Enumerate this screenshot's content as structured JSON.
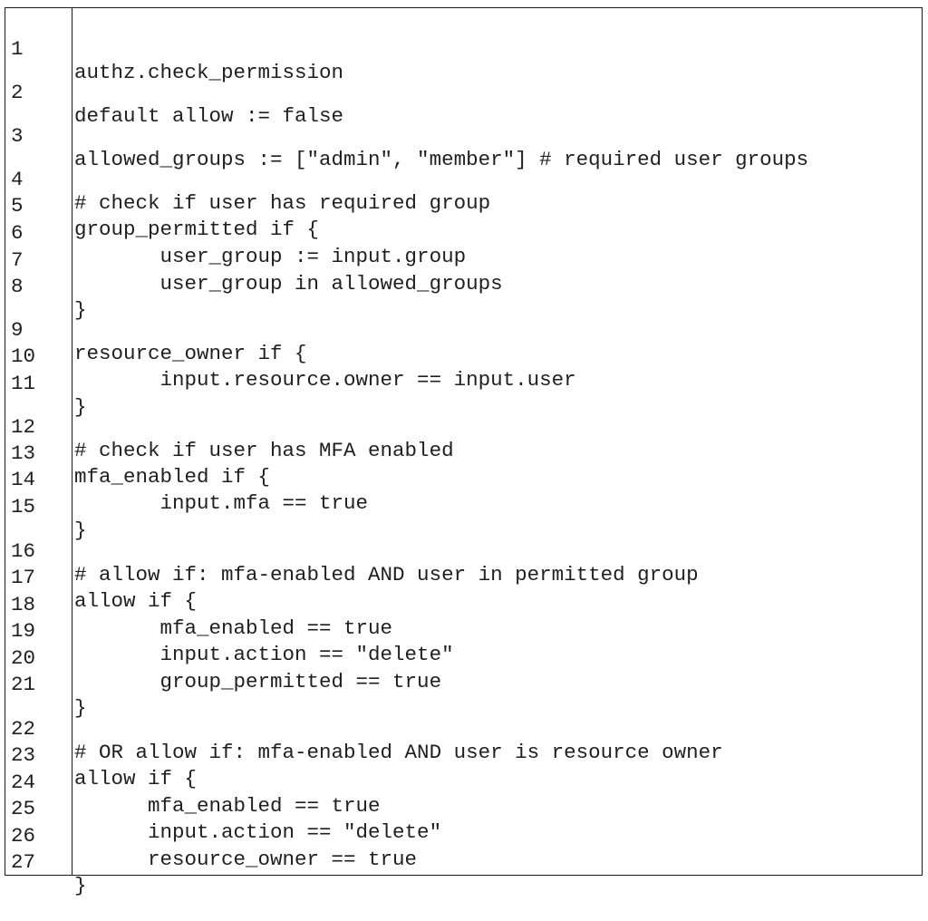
{
  "lines": [
    {
      "num": "1",
      "code": "authz.check_permission"
    },
    {
      "num": "2",
      "code": "default allow := false"
    },
    {
      "num": "3",
      "code": "allowed_groups := [\"admin\", \"member\"] # required user groups"
    },
    {
      "num": "4",
      "code": "# check if user has required group"
    },
    {
      "num": "5",
      "code": "group_permitted if {"
    },
    {
      "num": "6",
      "code": "       user_group := input.group"
    },
    {
      "num": "7",
      "code": "       user_group in allowed_groups"
    },
    {
      "num": "8",
      "code": "}"
    },
    {
      "num": "9",
      "code": "resource_owner if {"
    },
    {
      "num": "10",
      "code": "       input.resource.owner == input.user"
    },
    {
      "num": "11",
      "code": "}"
    },
    {
      "num": "12",
      "code": "# check if user has MFA enabled"
    },
    {
      "num": "13",
      "code": "mfa_enabled if {"
    },
    {
      "num": "14",
      "code": "       input.mfa == true"
    },
    {
      "num": "15",
      "code": "}"
    },
    {
      "num": "16",
      "code": "# allow if: mfa-enabled AND user in permitted group"
    },
    {
      "num": "17",
      "code": "allow if {"
    },
    {
      "num": "18",
      "code": "       mfa_enabled == true"
    },
    {
      "num": "19",
      "code": "       input.action == \"delete\""
    },
    {
      "num": "20",
      "code": "       group_permitted == true"
    },
    {
      "num": "21",
      "code": "}"
    },
    {
      "num": "22",
      "code": "# OR allow if: mfa-enabled AND user is resource owner"
    },
    {
      "num": "23",
      "code": "allow if {"
    },
    {
      "num": "24",
      "code": "      mfa_enabled == true"
    },
    {
      "num": "25",
      "code": "      input.action == \"delete\""
    },
    {
      "num": "26",
      "code": "      resource_owner == true"
    },
    {
      "num": "27",
      "code": "}"
    }
  ]
}
